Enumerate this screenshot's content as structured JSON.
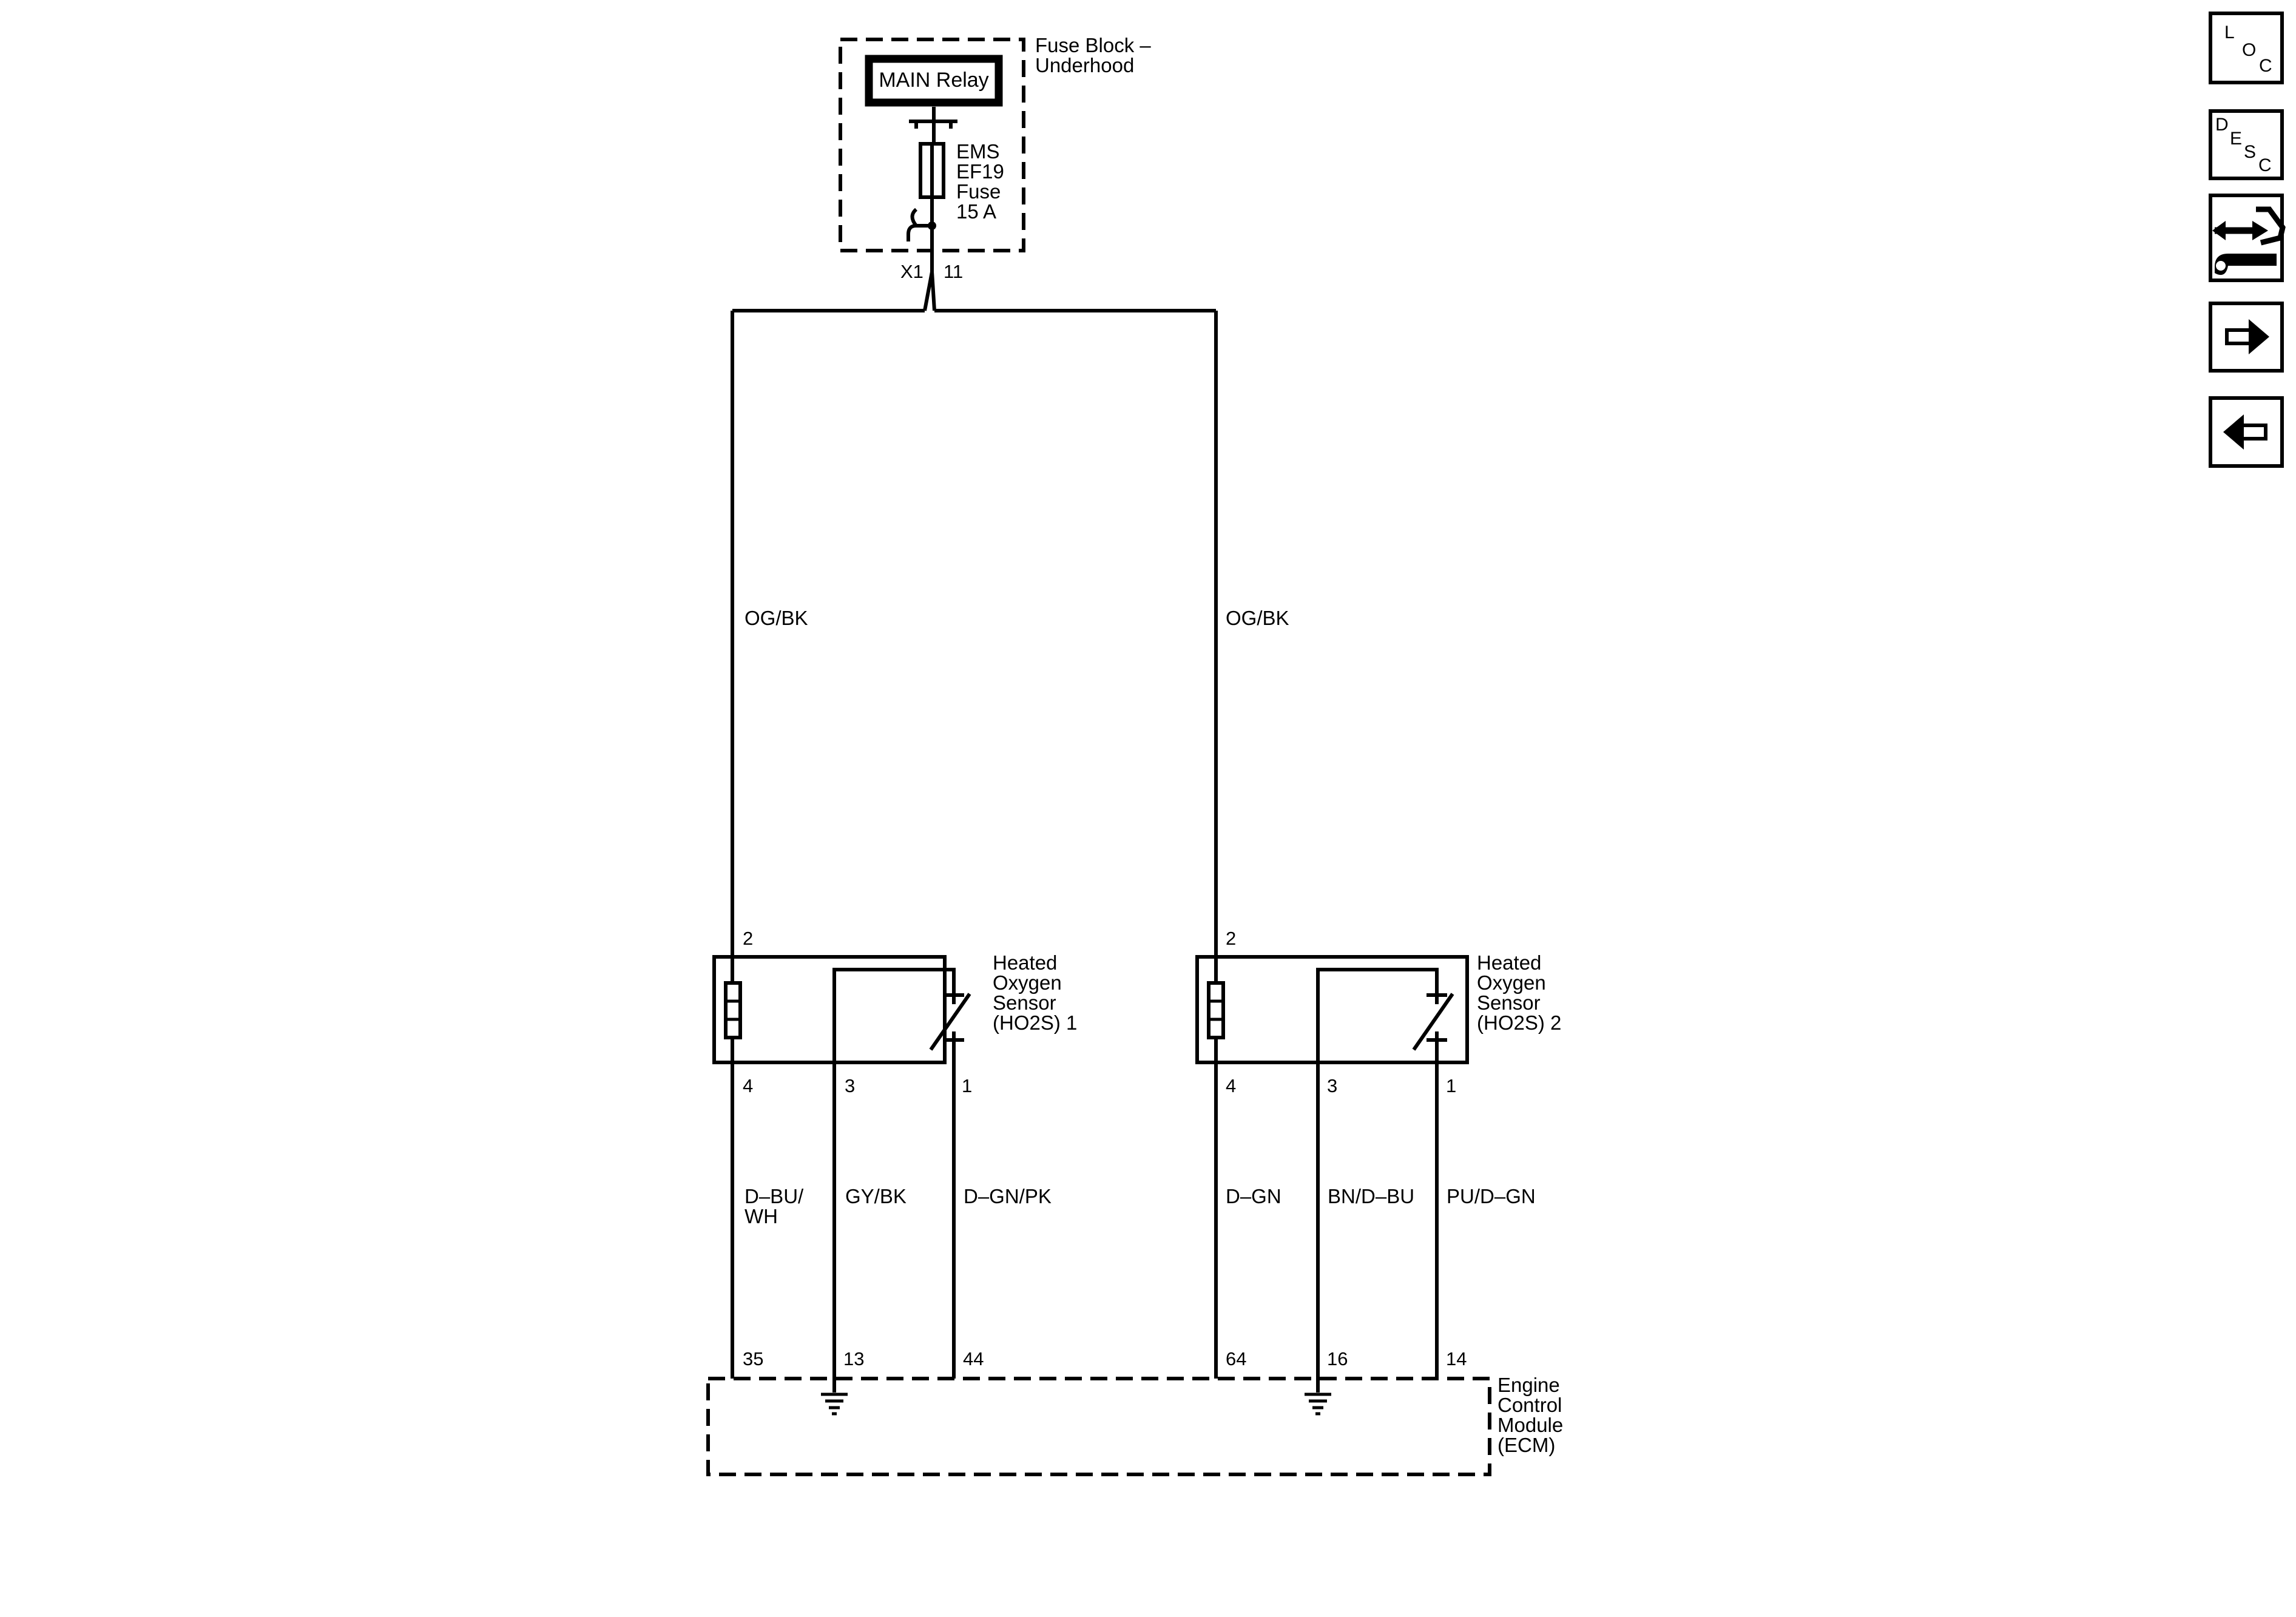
{
  "fuse_block": {
    "title_line1": "Fuse Block –",
    "title_line2": "Underhood",
    "relay_label": "MAIN Relay",
    "fuse_line1": "EMS",
    "fuse_line2": "EF19",
    "fuse_line3": "Fuse",
    "fuse_line4": "15 A",
    "connector": "X1",
    "pin": "11"
  },
  "supply_wires": {
    "left_color": "OG/BK",
    "right_color": "OG/BK"
  },
  "sensor1": {
    "name_line1": "Heated",
    "name_line2": "Oxygen",
    "name_line3": "Sensor",
    "name_line4": "(HO2S) 1",
    "pin_top": "2",
    "pin_heater_low": "4",
    "pin_signal_low": "3",
    "pin_signal_high": "1",
    "wire_heater": "D–BU/",
    "wire_heater_line2": "WH",
    "wire_low": "GY/BK",
    "wire_high": "D–GN/PK"
  },
  "sensor2": {
    "name_line1": "Heated",
    "name_line2": "Oxygen",
    "name_line3": "Sensor",
    "name_line4": "(HO2S) 2",
    "pin_top": "2",
    "pin_heater_low": "4",
    "pin_signal_low": "3",
    "pin_signal_high": "1",
    "wire_heater": "D–GN",
    "wire_low": "BN/D–BU",
    "wire_high": "PU/D–GN"
  },
  "ecm": {
    "name_line1": "Engine",
    "name_line2": "Control",
    "name_line3": "Module",
    "name_line4": "(ECM)",
    "pins": [
      "35",
      "13",
      "44",
      "64",
      "16",
      "14"
    ]
  },
  "nav": {
    "loc": [
      "L",
      "O",
      "C"
    ],
    "desc": [
      "D",
      "E",
      "S",
      "C"
    ],
    "service_icon": "service-wrench-icon",
    "next_icon": "arrow-right-icon",
    "prev_icon": "arrow-left-icon"
  }
}
